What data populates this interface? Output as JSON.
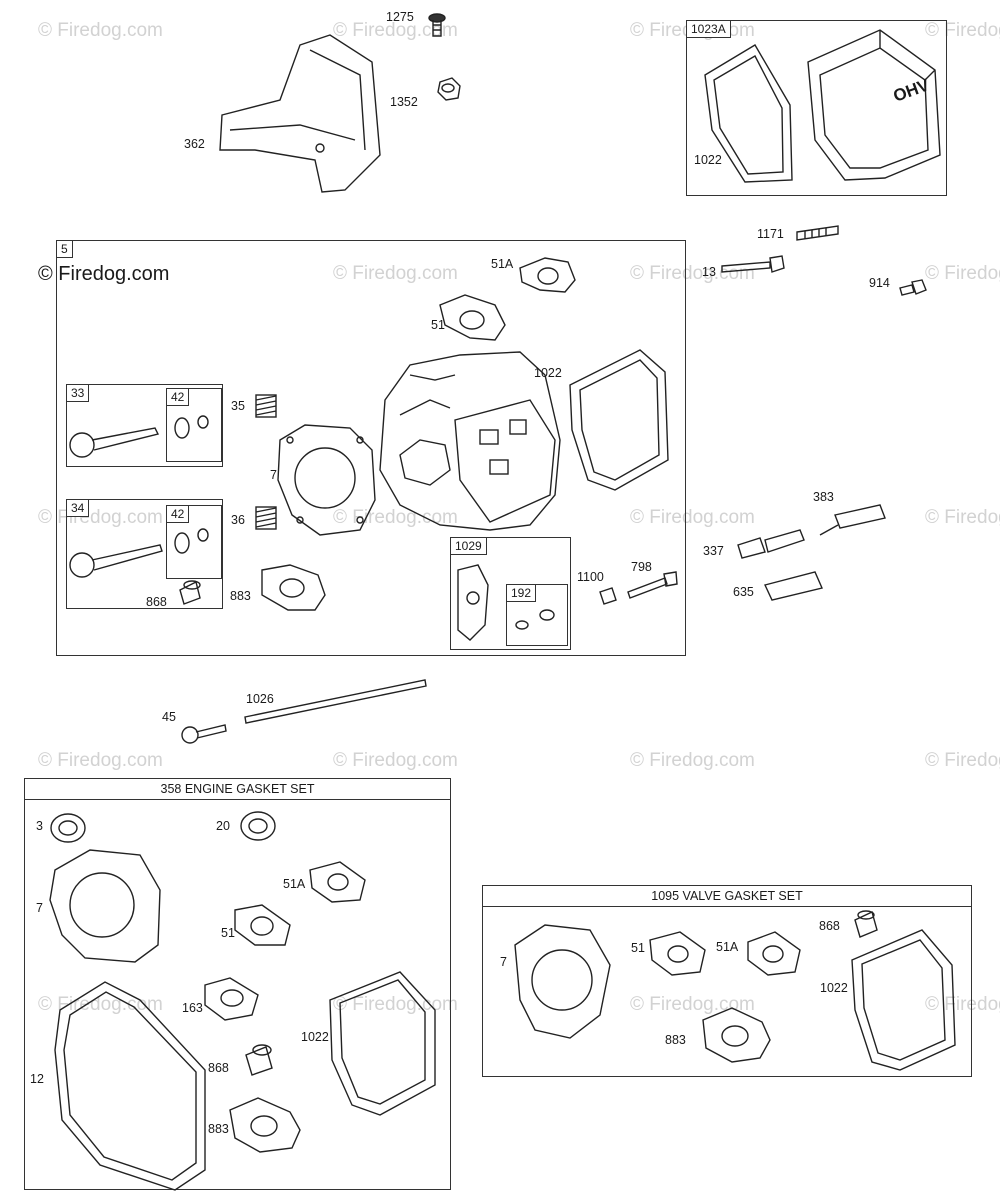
{
  "watermarks": {
    "brand": "© Firedog.com",
    "main": "© Firedog.com"
  },
  "groups": {
    "g5": "5",
    "g1023A": "1023A",
    "g33": "33",
    "g34": "34",
    "g42a": "42",
    "g42b": "42",
    "g1029": "1029",
    "g192": "192",
    "engine_gasket_set": "358 ENGINE GASKET SET",
    "valve_gasket_set": "1095 VALVE GASKET SET"
  },
  "labels": {
    "l1275": "1275",
    "l1352": "1352",
    "l362": "362",
    "l1022a": "1022",
    "l1171": "1171",
    "l13": "13",
    "l914": "914",
    "l51A": "51A",
    "l51": "51",
    "l1022b": "1022",
    "l35": "35",
    "l7": "7",
    "l36": "36",
    "l868a": "868",
    "l883": "883",
    "l1100": "1100",
    "l798": "798",
    "l383": "383",
    "l337": "337",
    "l635": "635",
    "l45": "45",
    "l1026": "1026",
    "e3": "3",
    "e20": "20",
    "e7": "7",
    "e51A": "51A",
    "e51": "51",
    "e163": "163",
    "e1022": "1022",
    "e12": "12",
    "e868": "868",
    "e883": "883",
    "v7": "7",
    "v51": "51",
    "v51A": "51A",
    "v868": "868",
    "v1022": "1022",
    "v883": "883"
  },
  "cover_text": "OHV"
}
